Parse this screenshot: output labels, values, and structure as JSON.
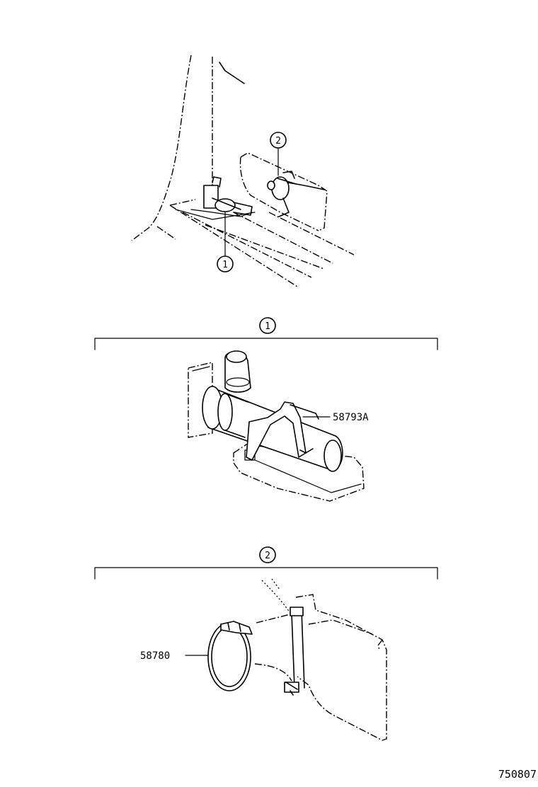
{
  "callouts": {
    "overview_1": "1",
    "overview_2": "2",
    "section_1": "1",
    "section_2": "2"
  },
  "parts": {
    "part_a": "58793A",
    "part_b": "58780"
  },
  "diagram_number": "750807",
  "colors": {
    "line": "#000000",
    "background": "#ffffff"
  }
}
